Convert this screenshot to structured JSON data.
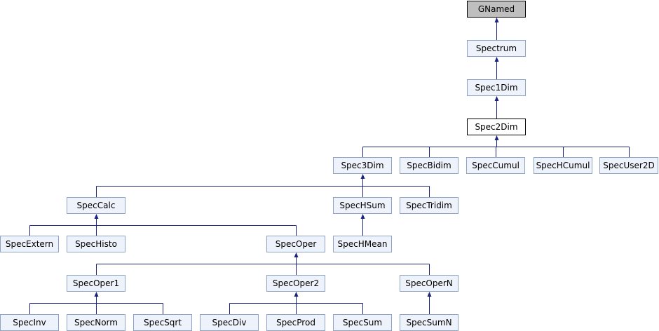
{
  "nodes": {
    "GNamed": "GNamed",
    "Spectrum": "Spectrum",
    "Spec1Dim": "Spec1Dim",
    "Spec2Dim": "Spec2Dim",
    "Spec3Dim": "Spec3Dim",
    "SpecBidim": "SpecBidim",
    "SpecCumul": "SpecCumul",
    "SpecHCumul": "SpecHCumul",
    "SpecUser2D": "SpecUser2D",
    "SpecCalc": "SpecCalc",
    "SpecHSum": "SpecHSum",
    "SpecTridim": "SpecTridim",
    "SpecExtern": "SpecExtern",
    "SpecHisto": "SpecHisto",
    "SpecOper": "SpecOper",
    "SpecHMean": "SpecHMean",
    "SpecOper1": "SpecOper1",
    "SpecOper2": "SpecOper2",
    "SpecOperN": "SpecOperN",
    "SpecInv": "SpecInv",
    "SpecNorm": "SpecNorm",
    "SpecSqrt": "SpecSqrt",
    "SpecDiv": "SpecDiv",
    "SpecProd": "SpecProd",
    "SpecSum": "SpecSum",
    "SpecSumN": "SpecSumN"
  },
  "edges": [
    [
      "Spectrum",
      "GNamed"
    ],
    [
      "Spec1Dim",
      "Spectrum"
    ],
    [
      "Spec2Dim",
      "Spec1Dim"
    ],
    [
      "Spec3Dim",
      "Spec2Dim"
    ],
    [
      "SpecBidim",
      "Spec2Dim"
    ],
    [
      "SpecCumul",
      "Spec2Dim"
    ],
    [
      "SpecHCumul",
      "Spec2Dim"
    ],
    [
      "SpecUser2D",
      "Spec2Dim"
    ],
    [
      "SpecCalc",
      "Spec3Dim"
    ],
    [
      "SpecHSum",
      "Spec3Dim"
    ],
    [
      "SpecTridim",
      "Spec3Dim"
    ],
    [
      "SpecExtern",
      "SpecCalc"
    ],
    [
      "SpecHisto",
      "SpecCalc"
    ],
    [
      "SpecOper",
      "SpecCalc"
    ],
    [
      "SpecHMean",
      "SpecHSum"
    ],
    [
      "SpecOper1",
      "SpecOper"
    ],
    [
      "SpecOper2",
      "SpecOper"
    ],
    [
      "SpecOperN",
      "SpecOper"
    ],
    [
      "SpecInv",
      "SpecOper1"
    ],
    [
      "SpecNorm",
      "SpecOper1"
    ],
    [
      "SpecSqrt",
      "SpecOper1"
    ],
    [
      "SpecDiv",
      "SpecOper2"
    ],
    [
      "SpecProd",
      "SpecOper2"
    ],
    [
      "SpecSum",
      "SpecOper2"
    ],
    [
      "SpecSumN",
      "SpecOperN"
    ]
  ],
  "colors": {
    "edge": "#1a237e",
    "node_fill": "#eef2fa",
    "node_border": "#8ea2c4",
    "root_fill": "#bfbfbf",
    "current_fill": "#ffffff"
  }
}
